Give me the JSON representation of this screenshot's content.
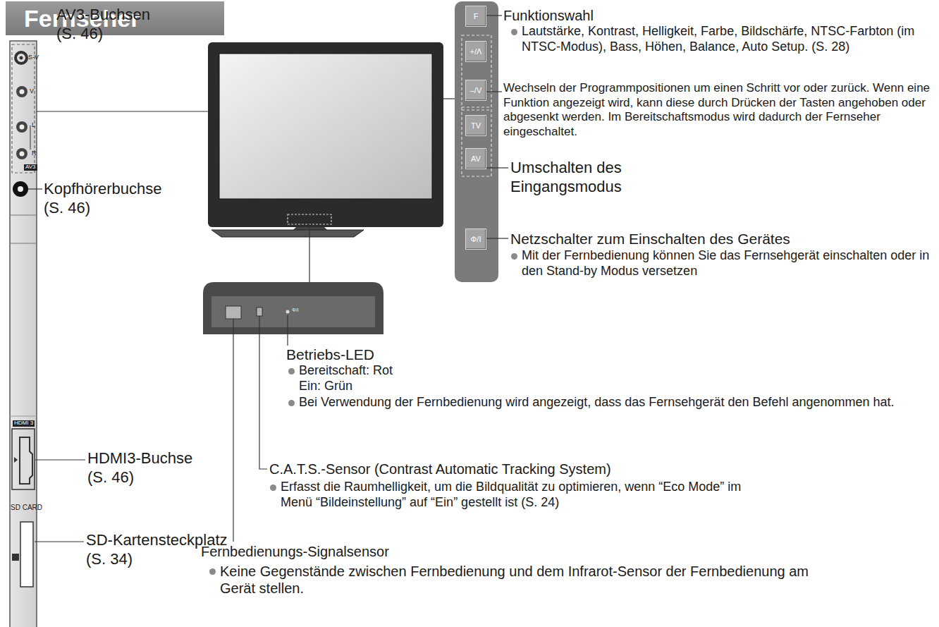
{
  "diagram": {
    "title": "Fernseher",
    "nodes": [
      {
        "text": [
          "F"
        ]
      },
      {
        "text": [
          "+/Λ"
        ]
      },
      {
        "text": [
          "–/V"
        ]
      },
      {
        "text": [
          "TV"
        ]
      },
      {
        "text": [
          "AV"
        ]
      },
      {
        "text": [
          "Φ/I"
        ]
      }
    ],
    "labels": [
      "AV3-Buchsen (S. 46)",
      "Kopfhörerbuchse (S. 46)",
      "HDMI3-Buchse (S. 46)",
      "SD-Kartensteckplatz (S. 34)",
      "Funktionswahl",
      "Lautstärke, Kontrast, Helligkeit, Farbe, Bildschärfe, NTSC-Farbton (im NTSC-Modus), Bass, Höhen, Balance, Auto Setup. (S. 28)",
      "Wechseln der Programmpositionen um einen Schritt vor oder zurück. Wenn eine Funktion angezeigt wird, kann diese durch Drücken der Tasten angehoben oder abgesenkt werden. Im Bereitschaftsmodus wird dadurch der Fernseher eingeschaltet.",
      "Umschalten des Eingangsmodus",
      "Netzschalter zum Einschalten des Gerätes",
      "Mit der Fernbedienung können Sie das Fernsehgerät einschalten oder in den Stand-by Modus versetzen",
      "Betriebs-LED",
      "Bereitschaft: Rot",
      "Ein: Grün",
      "Bei Verwendung der Fernbedienung wird angezeigt, dass das Fernsehgerät den Befehl angenommen hat.",
      "C.A.T.S.-Sensor (Contrast Automatic Tracking System)",
      "Erfasst die Raumhelligkeit, um die Bildqualität zu optimieren, wenn “Eco Mode” im Menü “Bildeinstellung” auf “Ein” gestellt ist (S. 24)",
      "Fernbedienungs-Signalsensor",
      "Keine Gegenstände zwischen Fernbedienung und dem Infrarot-Sensor der Fernbedienung am Gerät stellen.",
      "S-V",
      "V",
      "L",
      "R",
      "AV3",
      "HDMI 3",
      "SD CARD",
      "Φ/I"
    ]
  }
}
